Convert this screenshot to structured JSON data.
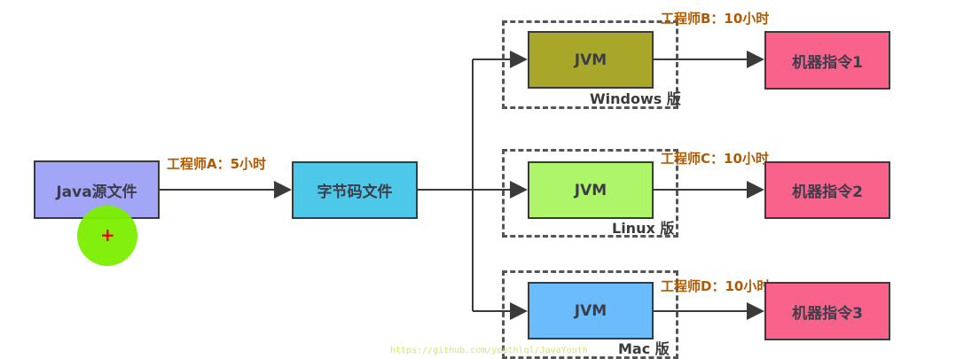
{
  "source": {
    "label": "Java源文件",
    "color": "#a3a6f7"
  },
  "bytecode": {
    "label": "字节码文件",
    "color": "#4dc8e8"
  },
  "edge_a": "工程师A：5小时",
  "platforms": [
    {
      "jvm": "JVM",
      "os": "Windows 版",
      "engineer": "工程师B：10小时",
      "output": "机器指令1",
      "color": "#a9a72a"
    },
    {
      "jvm": "JVM",
      "os": "Linux 版",
      "engineer": "工程师C：10小时",
      "output": "机器指令2",
      "color": "#aef56a"
    },
    {
      "jvm": "JVM",
      "os": "Mac 版",
      "engineer": "工程师D：10小时",
      "output": "机器指令3",
      "color": "#6bbcfc"
    }
  ],
  "output_color": "#f9628a",
  "watermark": "https://github.com/youthlql/JavaYouth",
  "cursor_icon": "+"
}
